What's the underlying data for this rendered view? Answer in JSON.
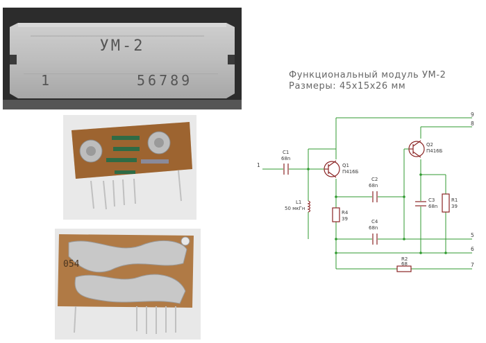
{
  "photo_top": {
    "marking_model": "УМ-2",
    "marking_serial_left": "1",
    "marking_serial_right": "56789"
  },
  "photo_bottom": {
    "marking": "054"
  },
  "title": {
    "line1": "Функциональный модуль УМ-2",
    "line2": "Размеры: 45x15x26 мм"
  },
  "schematic": {
    "pins": [
      "1",
      "5",
      "6",
      "7",
      "8",
      "9"
    ],
    "components": {
      "C1": {
        "name": "C1",
        "value": "68n"
      },
      "Q1": {
        "name": "Q1",
        "value": "П416Б"
      },
      "Q2": {
        "name": "Q2",
        "value": "П416Б"
      },
      "C2": {
        "name": "C2",
        "value": "68n"
      },
      "C3": {
        "name": "C3",
        "value": "68n"
      },
      "C4": {
        "name": "C4",
        "value": "68n"
      },
      "R1": {
        "name": "R1",
        "value": "39"
      },
      "R2": {
        "name": "R2",
        "value": "68"
      },
      "R4": {
        "name": "R4",
        "value": "39"
      },
      "L1": {
        "name": "L1",
        "value": "50 мкГн"
      }
    },
    "colors": {
      "wire": "#2f9a2f",
      "component": "#8a2323"
    }
  }
}
